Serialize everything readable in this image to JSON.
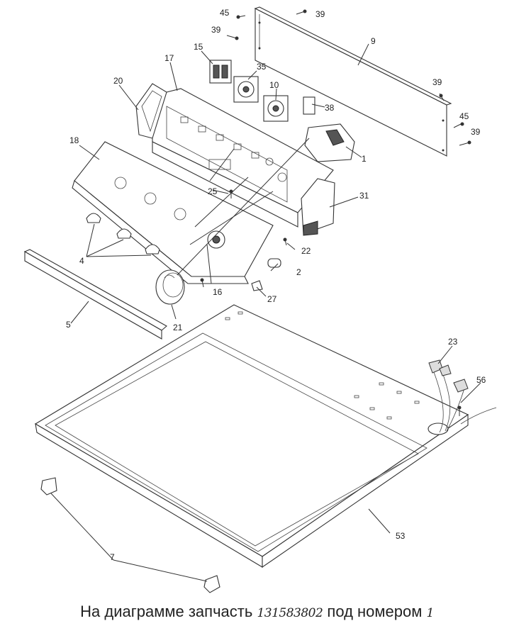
{
  "callouts": {
    "c1": "1",
    "c2": "2",
    "c4": "4",
    "c5": "5",
    "c7": "7",
    "c9": "9",
    "c10": "10",
    "c15": "15",
    "c16": "16",
    "c17": "17",
    "c18": "18",
    "c20": "20",
    "c21": "21",
    "c22": "22",
    "c23": "23",
    "c25": "25",
    "c27": "27",
    "c31": "31",
    "c35": "35",
    "c38": "38",
    "c39a": "39",
    "c39b": "39",
    "c39c": "39",
    "c39d": "39",
    "c45a": "45",
    "c45b": "45",
    "c53": "53",
    "c56": "56"
  },
  "caption": {
    "prefix": "На диаграмме запчасть",
    "part_number": "131583802",
    "middle": "под номером",
    "item_number": "1"
  }
}
